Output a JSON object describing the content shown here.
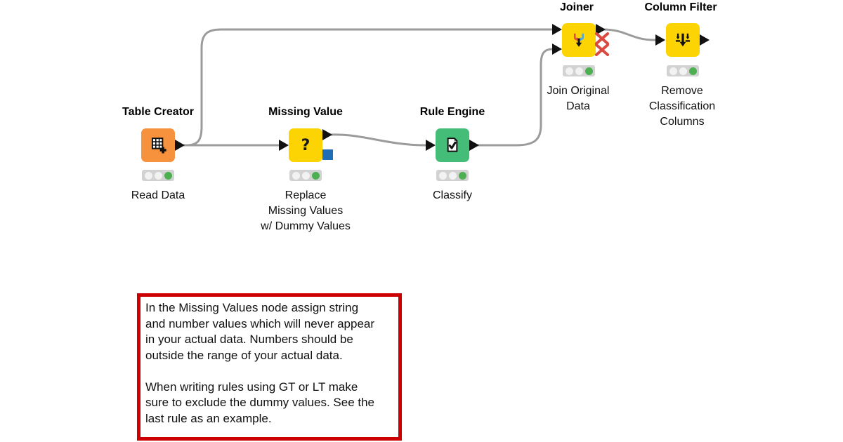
{
  "workflow": {
    "nodes": [
      {
        "title": "Table Creator",
        "label_lines": [
          "Read Data"
        ],
        "color": "#f6913d",
        "icon": "table-plus-icon",
        "status_lights": [
          "off",
          "off",
          "on"
        ]
      },
      {
        "title": "Missing Value",
        "label_lines": [
          "Replace",
          "Missing Values",
          "w/ Dummy Values"
        ],
        "color": "#fdd403",
        "icon": "question-mark-icon",
        "status_lights": [
          "off",
          "off",
          "on"
        ]
      },
      {
        "title": "Rule Engine",
        "label_lines": [
          "Classify"
        ],
        "color": "#43bd78",
        "icon": "document-check-icon",
        "status_lights": [
          "off",
          "off",
          "on"
        ]
      },
      {
        "title": "Joiner",
        "label_lines": [
          "Join Original",
          "Data"
        ],
        "color": "#fdd403",
        "icon": "join-arrows-icon",
        "status_lights": [
          "off",
          "off",
          "on"
        ],
        "inactive_output_ports": 2
      },
      {
        "title": "Column Filter",
        "label_lines": [
          "Remove",
          "Classification",
          "Columns"
        ],
        "color": "#fdd403",
        "icon": "filter-columns-icon",
        "status_lights": [
          "off",
          "off",
          "on"
        ]
      }
    ],
    "connections": [
      "Table Creator -> Missing Value",
      "Table Creator -> Joiner (input 1)",
      "Missing Value -> Rule Engine",
      "Rule Engine -> Joiner (input 2)",
      "Joiner -> Column Filter"
    ]
  },
  "annotation": {
    "border_color": "#cc0000",
    "lines": [
      "In the Missing Values node assign string",
      "and number values which will never appear",
      "in your actual data. Numbers should be",
      "outside the range of your actual data.",
      "",
      "When writing rules using GT or LT make",
      "sure to exclude the dummy values. See the",
      "last rule as an example."
    ]
  },
  "colors": {
    "wire": "#9b9b9b",
    "node_orange": "#f6913d",
    "node_yellow": "#fdd403",
    "node_green": "#43bd78",
    "port_black": "#111111",
    "pmml_port_blue": "#1f6eb5",
    "status_on_green": "#4caf50",
    "status_off": "#f2f2f2",
    "status_bar_gray": "#d2d2d2",
    "inactive_port_red": "#d9493f",
    "annotation_border_red": "#cc0000"
  }
}
